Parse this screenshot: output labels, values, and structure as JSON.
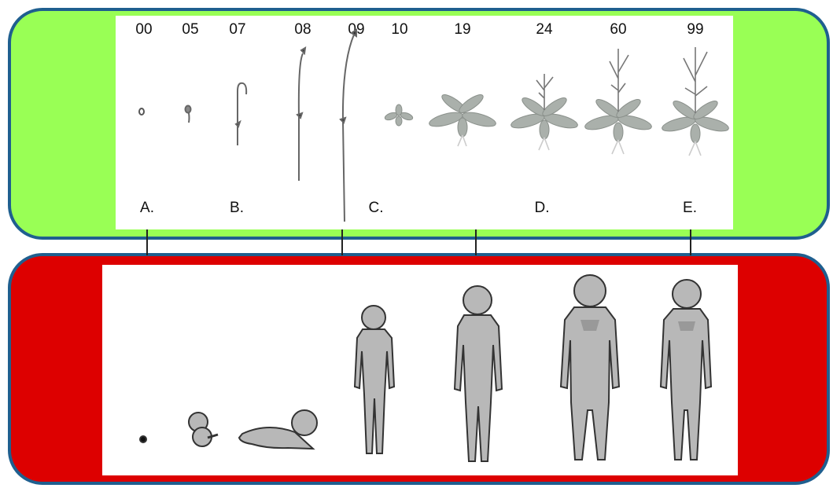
{
  "colors": {
    "top_band": "#99ff55",
    "bottom_band": "#dd0000",
    "band_border": "#1f5f8f",
    "figure_fill": "#b8b8b8",
    "figure_stroke": "#333333"
  },
  "plant_stages": {
    "codes": [
      "00",
      "05",
      "07",
      "08",
      "09",
      "10",
      "19",
      "24",
      "60",
      "99"
    ],
    "letters": [
      "A.",
      "B.",
      "C.",
      "D.",
      "E."
    ]
  },
  "human_stages": {
    "figures": [
      "embryo-dot",
      "fetus",
      "infant",
      "child",
      "adolescent",
      "adult",
      "elder"
    ]
  }
}
